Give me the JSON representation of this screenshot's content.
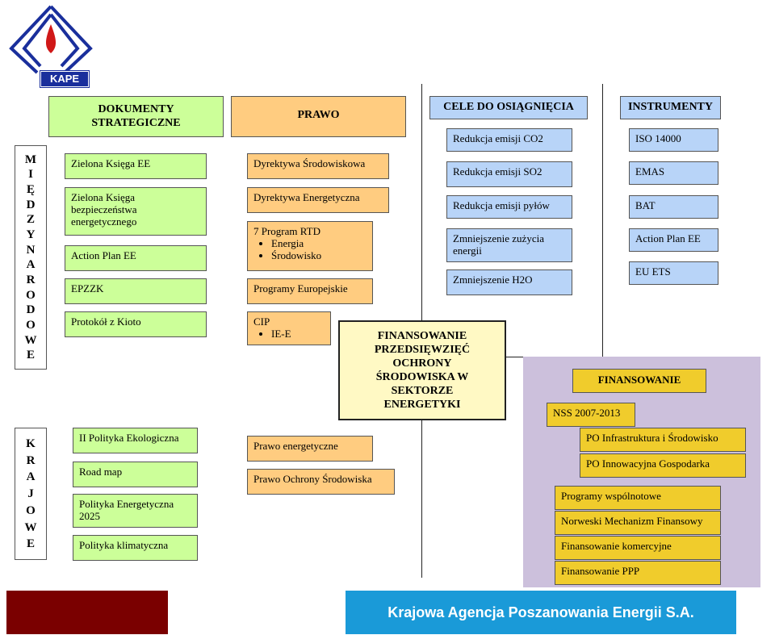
{
  "logo": {
    "text": "KAPE"
  },
  "headers": {
    "dokumenty": "DOKUMENTY\nSTRATEGICZNE",
    "prawo": "PRAWO",
    "cele": "CELE DO OSIĄGNIĘCIA",
    "instrumenty": "INSTRUMENTY"
  },
  "scope_labels": {
    "miedzynarodowe": [
      "M",
      "I",
      "Ę",
      "D",
      "Z",
      "Y",
      "N",
      "A",
      "R",
      "O",
      "D",
      "O",
      "W",
      "E"
    ],
    "krajowe": [
      "K",
      "R",
      "A",
      "J",
      "O",
      "W",
      "E"
    ]
  },
  "international_docs": [
    "Zielona Księga EE",
    "Zielona Księga\nbezpieczeństwa\nenergetycznego",
    "Action Plan EE",
    "EPZZK",
    "Protokół z Kioto"
  ],
  "international_law": {
    "dir_env": "Dyrektywa Środowiskowa",
    "dir_energy": "Dyrektywa Energetyczna",
    "rtd_title": "7 Program RTD",
    "rtd_items": [
      "Energia",
      "Środowisko"
    ],
    "programs": "Programy Europejskie",
    "cip_title": "CIP",
    "cip_items": [
      "IE-E"
    ]
  },
  "goals": [
    "Redukcja emisji CO2",
    "Redukcja emisji SO2",
    "Redukcja emisji pyłów",
    "Zmniejszenie zużycia\nenergii",
    "Zmniejszenie H2O"
  ],
  "instruments": [
    "ISO 14000",
    "EMAS",
    "BAT",
    "Action Plan EE",
    "EU ETS"
  ],
  "center": "FINANSOWANIE\nPRZEDSIĘWZIĘĆ\nOCHRONY\nŚRODOWISKA W\nSEKTORZE\nENERGETYKI",
  "national_docs": [
    "II Polityka Ekologiczna",
    "Road map",
    "Polityka Energetyczna\n2025",
    "Polityka klimatyczna"
  ],
  "national_law": [
    "Prawo energetyczne",
    "Prawo Ochrony Środowiska"
  ],
  "financing": {
    "title": "FINANSOWANIE",
    "nss": "NSS 2007-2013",
    "po1": "PO Infrastruktura i Środowisko",
    "po2": "PO Innowacyjna Gospodarka",
    "items": [
      "Programy wspólnotowe",
      "Norweski Mechanizm Finansowy",
      "Finansowanie komercyjne",
      "Finansowanie PPP"
    ]
  },
  "footer": {
    "text": "Krajowa Agencja Poszanowania Energii S.A."
  },
  "colors": {
    "green": "#ccff99",
    "orange": "#ffcc80",
    "blue": "#b8d4f8",
    "yellow": "#f0cc2c",
    "lavender": "#ccc0dc",
    "footer_blue": "#1a9ad8",
    "footer_red": "#7a0000"
  }
}
